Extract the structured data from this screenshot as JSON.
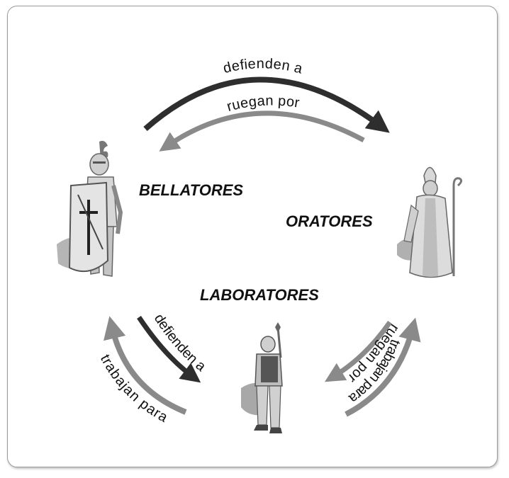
{
  "estates": {
    "bellatores": "BELLATORES",
    "oratores": "ORATORES",
    "laboratores": "LABORATORES"
  },
  "relations": {
    "bellatores_to_oratores": "defienden a",
    "oratores_to_bellatores": "ruegan por",
    "bellatores_to_laboratores": "defienden a",
    "laboratores_to_bellatores": "trabajan para",
    "oratores_to_laboratores": "ruegan por",
    "laboratores_to_oratores": "trabajan para"
  },
  "figures": {
    "bellatores": "knight-figure",
    "oratores": "bishop-figure",
    "laboratores": "peasant-figure"
  },
  "colors": {
    "dark_arrow": "#2e2e2e",
    "light_arrow": "#8a8a8a",
    "text": "#111111",
    "frame_border": "#9a9a9a"
  }
}
